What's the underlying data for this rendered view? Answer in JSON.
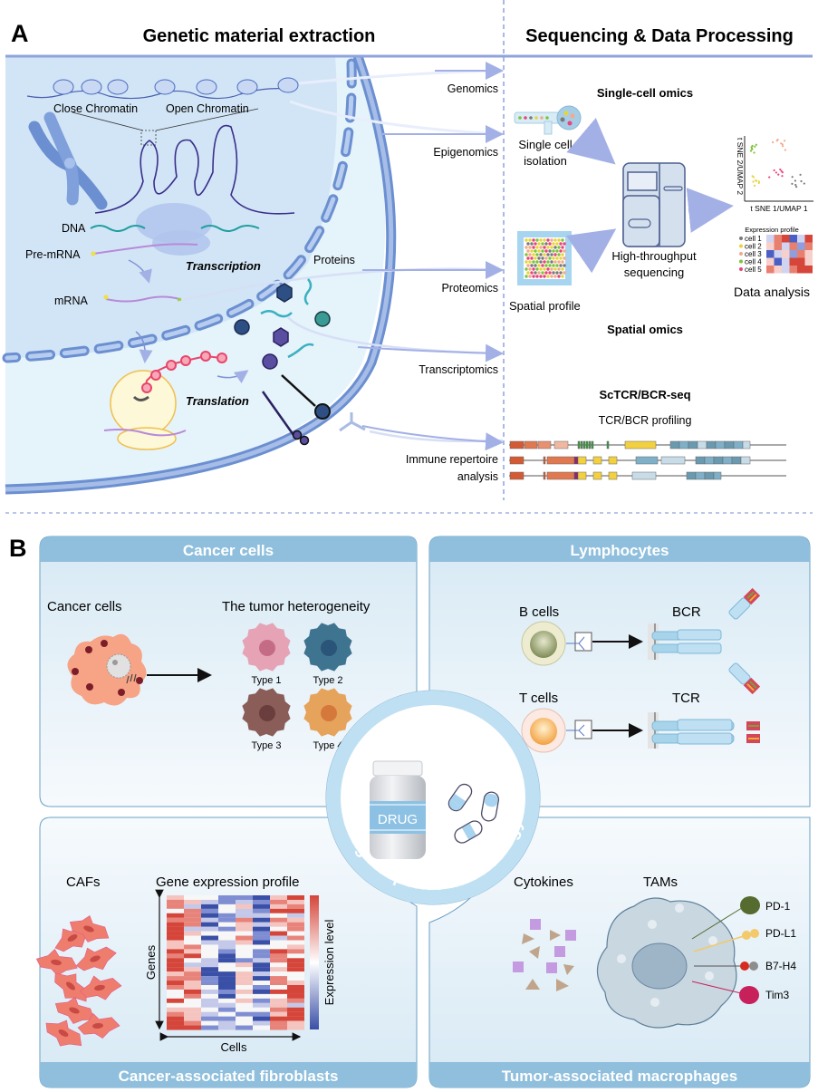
{
  "panel_a": {
    "letter": "A",
    "left_title": "Genetic material extraction",
    "right_title": "Sequencing & Data Processing",
    "cell_labels": {
      "close_chromatin": "Close Chromatin",
      "open_chromatin": "Open Chromatin",
      "dna": "DNA",
      "pre_mrna": "Pre-mRNA",
      "mrna": "mRNA",
      "transcription": "Transcription",
      "translation": "Translation",
      "proteins": "Proteins"
    },
    "omics_labels": [
      "Genomics",
      "Epigenomics",
      "Proteomics",
      "Transcriptomics",
      "Immune repertoire",
      "analysis"
    ],
    "single_cell": {
      "title": "Single-cell omics",
      "isolation": [
        "Single cell",
        "isolation"
      ],
      "sequencing": [
        "High-throughput",
        "sequencing"
      ],
      "spatial_profile": "Spatial profile",
      "spatial_title": "Spatial omics",
      "tsne_ylabel": "t SNE 2/UMAP 2",
      "tsne_xlabel": "t SNE 1/UMAP 1",
      "expression_title": "Expression profile",
      "cells": [
        "cell 1",
        "cell 2",
        "cell 3",
        "cell 4",
        "cell 5"
      ],
      "cell_colors": [
        "#7a7a7a",
        "#e8d43a",
        "#f4a98a",
        "#7cc43a",
        "#e8457a"
      ],
      "data_analysis": "Data analysis"
    },
    "tcr": {
      "title": "ScTCR/BCR-seq",
      "subtitle": "TCR/BCR profiling"
    }
  },
  "panel_b": {
    "letter": "B",
    "center_text": "Drug Response in Oncology",
    "drug_label": "DRUG",
    "cancer": {
      "header": "Cancer cells",
      "left_label": "Cancer cells",
      "right_label": "The tumor heterogeneity",
      "types": [
        "Type 1",
        "Type 2",
        "Type 3",
        "Type 4"
      ],
      "type_colors": [
        "#e6a3b6",
        "#3f7490",
        "#8a5d58",
        "#e6a35c"
      ]
    },
    "lymph": {
      "header": "Lymphocytes",
      "b_cells": "B cells",
      "bcr": "BCR",
      "t_cells": "T cells",
      "tcr": "TCR"
    },
    "caf": {
      "footer": "Cancer-associated fibroblasts",
      "label": "CAFs",
      "heatmap_title": "Gene expression profile",
      "genes": "Genes",
      "cells": "Cells",
      "legend": "Expression level"
    },
    "tam": {
      "footer": "Tumor-associated macrophages",
      "cytokines": "Cytokines",
      "tams": "TAMs",
      "markers": [
        "PD-1",
        "PD-L1",
        "B7-H4",
        "Tim3"
      ]
    }
  },
  "colors": {
    "header_blue": "#8fbfdc",
    "panel_bg": "#dcecf6",
    "cell_bg": "#d4e6f7",
    "membrane": "#6b8fd0",
    "arrow": "#a3b0e6",
    "accent_red": "#d5453a"
  }
}
